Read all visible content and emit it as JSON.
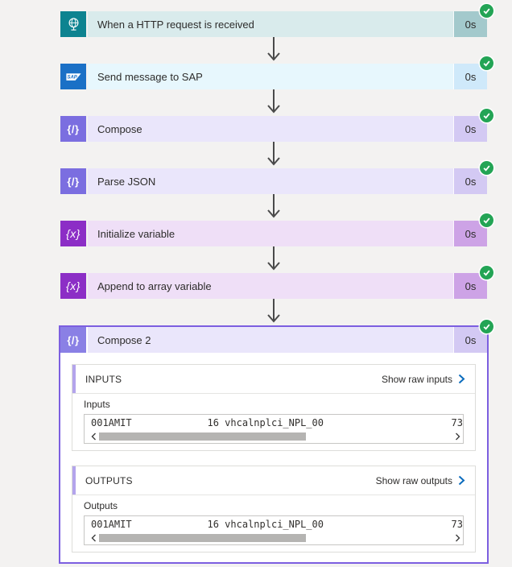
{
  "app": {
    "background_color": "#f3f2f1"
  },
  "status": {
    "state": "Succeeded",
    "success_color": "#23a455"
  },
  "connector": {
    "arrow_color": "#4a4a4a"
  },
  "steps": [
    {
      "title": "When a HTTP request is received",
      "duration": "0s",
      "icon": "http-globe-icon",
      "icon_bg": "#0d8390",
      "header_bg": "#d9ebec",
      "badge_bg": "#a3c9cc"
    },
    {
      "title": "Send message to SAP",
      "duration": "0s",
      "icon": "sap-icon",
      "sap_label": "SAP",
      "icon_bg": "#1a70c6",
      "header_bg": "#e7f7fd",
      "badge_bg": "#cfe9fa",
      "sap_text_color": "#1a70c6"
    },
    {
      "title": "Compose",
      "duration": "0s",
      "icon": "code-braces-icon",
      "glyph": "{/}",
      "icon_bg": "#7b6ee0",
      "header_bg": "#eae6fb",
      "badge_bg": "#d3c9f3"
    },
    {
      "title": "Parse JSON",
      "duration": "0s",
      "icon": "code-braces-icon",
      "glyph": "{/}",
      "icon_bg": "#7b6ee0",
      "header_bg": "#eae6fb",
      "badge_bg": "#d3c9f3"
    },
    {
      "title": "Initialize variable",
      "duration": "0s",
      "icon": "variable-icon",
      "glyph": "{x}",
      "icon_bg": "#8c2ec6",
      "header_bg": "#efdff7",
      "badge_bg": "#cda3e6"
    },
    {
      "title": "Append to array variable",
      "duration": "0s",
      "icon": "variable-icon",
      "glyph": "{x}",
      "icon_bg": "#8c2ec6",
      "header_bg": "#efdff7",
      "badge_bg": "#cda3e6"
    }
  ],
  "expanded_step": {
    "title": "Compose 2",
    "duration": "0s",
    "glyph": "{/}",
    "border_color": "#7c5fe0",
    "icon_bg": "#8a80e5",
    "header_bg": "#eae6fb",
    "badge_bg": "#d3c9f3",
    "accent_stripe_color": "#b3a4ec",
    "link_chevron_color": "#0b6cbd",
    "sections": [
      {
        "header": "INPUTS",
        "action_label": "Show raw inputs",
        "field_label": "Inputs",
        "value_text": "001AMIT             16 vhcalnplci_NPL_00",
        "value_end": "73"
      },
      {
        "header": "OUTPUTS",
        "action_label": "Show raw outputs",
        "field_label": "Outputs",
        "value_text": "001AMIT             16 vhcalnplci_NPL_00",
        "value_end": "73"
      }
    ]
  }
}
